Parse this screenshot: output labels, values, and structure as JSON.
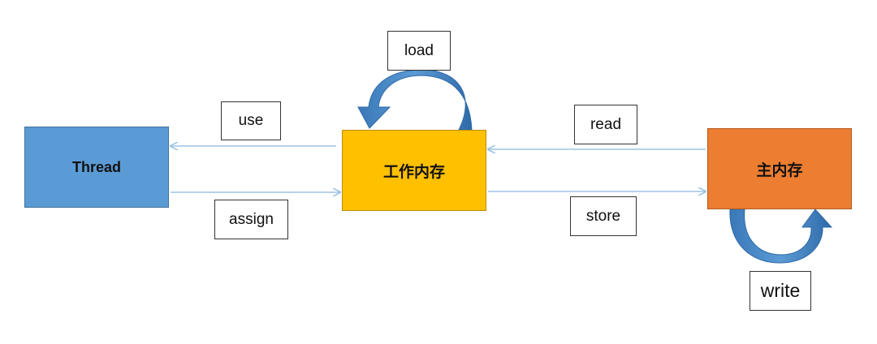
{
  "nodes": {
    "thread": "Thread",
    "working_memory": "工作内存",
    "main_memory": "主内存"
  },
  "operations": {
    "load": "load",
    "use": "use",
    "assign": "assign",
    "read": "read",
    "store": "store",
    "write": "write"
  },
  "colors": {
    "thread": "#5b9bd5",
    "working_memory": "#ffc000",
    "main_memory": "#ed7d31",
    "arrow_line": "#9dc3e6",
    "curved_arrow": "#4a86c5"
  }
}
